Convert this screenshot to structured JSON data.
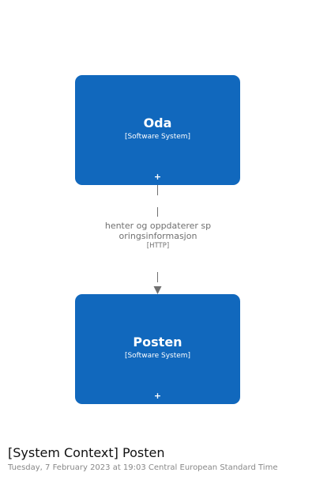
{
  "diagram": {
    "nodes": [
      {
        "name": "Oda",
        "type": "[Software System]",
        "expand": "+"
      },
      {
        "name": "Posten",
        "type": "[Software System]",
        "expand": "+"
      }
    ],
    "edge": {
      "description": "henter og oppdaterer sporingsinformasjon",
      "technology": "[HTTP]"
    },
    "colors": {
      "node_fill": "#1168bd",
      "edge_line": "#707070"
    }
  },
  "footer": {
    "title": "[System Context] Posten",
    "subtitle": "Tuesday, 7 February 2023 at 19:03 Central European Standard Time"
  }
}
